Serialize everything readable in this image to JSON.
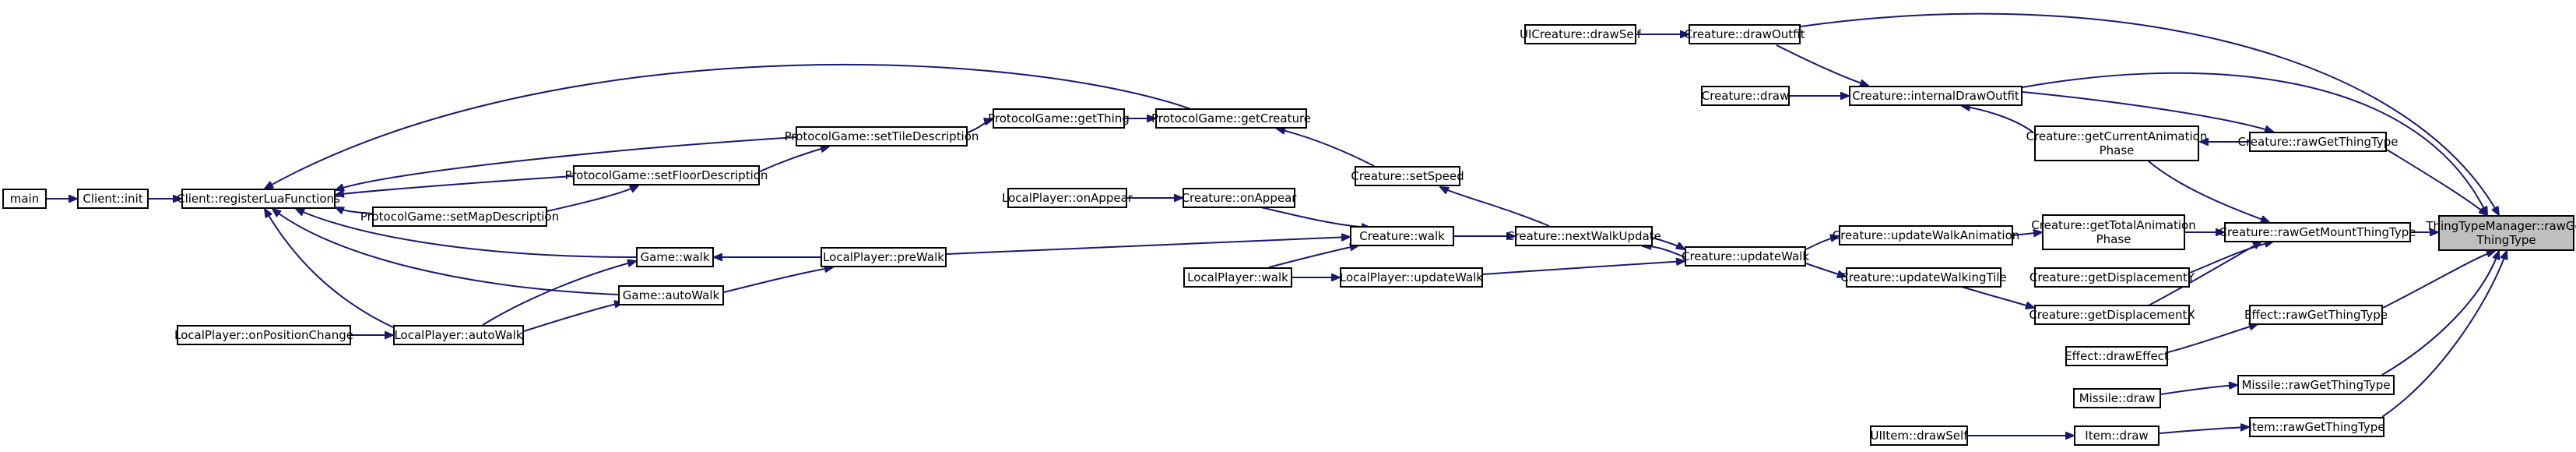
{
  "graph": {
    "root": "n_root",
    "nodes": [
      {
        "id": "n_root",
        "lines": [
          "ThingTypeManager::rawGet",
          "ThingType"
        ]
      },
      {
        "id": "n_uidraw",
        "lines": [
          "UICreature::drawSelf"
        ]
      },
      {
        "id": "n_drawoutfit",
        "lines": [
          "Creature::drawOutfit"
        ]
      },
      {
        "id": "n_cdraw",
        "lines": [
          "Creature::draw"
        ]
      },
      {
        "id": "n_ido",
        "lines": [
          "Creature::internalDrawOutfit"
        ]
      },
      {
        "id": "n_gcap",
        "lines": [
          "Creature::getCurrentAnimation",
          "Phase"
        ]
      },
      {
        "id": "n_crgtt",
        "lines": [
          "Creature::rawGetThingType"
        ]
      },
      {
        "id": "n_main",
        "lines": [
          "main"
        ]
      },
      {
        "id": "n_cinit",
        "lines": [
          "Client::init"
        ]
      },
      {
        "id": "n_crlf",
        "lines": [
          "Client::registerLuaFunctions"
        ]
      },
      {
        "id": "n_pggt",
        "lines": [
          "ProtocolGame::getThing"
        ]
      },
      {
        "id": "n_pggc",
        "lines": [
          "ProtocolGame::getCreature"
        ]
      },
      {
        "id": "n_pgstd",
        "lines": [
          "ProtocolGame::setTileDescription"
        ]
      },
      {
        "id": "n_pgsfd",
        "lines": [
          "ProtocolGame::setFloorDescription"
        ]
      },
      {
        "id": "n_pgsmd",
        "lines": [
          "ProtocolGame::setMapDescription"
        ]
      },
      {
        "id": "n_cspeed",
        "lines": [
          "Creature::setSpeed"
        ]
      },
      {
        "id": "n_lponapp",
        "lines": [
          "LocalPlayer::onAppear"
        ]
      },
      {
        "id": "n_conapp",
        "lines": [
          "Creature::onAppear"
        ]
      },
      {
        "id": "n_cwalk",
        "lines": [
          "Creature::walk"
        ]
      },
      {
        "id": "n_cnwu",
        "lines": [
          "Creature::nextWalkUpdate"
        ]
      },
      {
        "id": "n_cuw",
        "lines": [
          "Creature::updateWalk"
        ]
      },
      {
        "id": "n_cuwa",
        "lines": [
          "Creature::updateWalkAnimation"
        ]
      },
      {
        "id": "n_gtap",
        "lines": [
          "Creature::getTotalAnimation",
          "Phase"
        ]
      },
      {
        "id": "n_crgmtt",
        "lines": [
          "Creature::rawGetMountThingType"
        ]
      },
      {
        "id": "n_gwalk",
        "lines": [
          "Game::walk"
        ]
      },
      {
        "id": "n_lpprew",
        "lines": [
          "LocalPlayer::preWalk"
        ]
      },
      {
        "id": "n_gaw",
        "lines": [
          "Game::autoWalk"
        ]
      },
      {
        "id": "n_lpwalk",
        "lines": [
          "LocalPlayer::walk"
        ]
      },
      {
        "id": "n_lpuw",
        "lines": [
          "LocalPlayer::updateWalk"
        ]
      },
      {
        "id": "n_cuwt",
        "lines": [
          "Creature::updateWalkingTile"
        ]
      },
      {
        "id": "n_gdy",
        "lines": [
          "Creature::getDisplacementY"
        ]
      },
      {
        "id": "n_gdx",
        "lines": [
          "Creature::getDisplacementX"
        ]
      },
      {
        "id": "n_erg",
        "lines": [
          "Effect::rawGetThingType"
        ]
      },
      {
        "id": "n_lpopc",
        "lines": [
          "LocalPlayer::onPositionChange"
        ]
      },
      {
        "id": "n_lpaw",
        "lines": [
          "LocalPlayer::autoWalk"
        ]
      },
      {
        "id": "n_ede",
        "lines": [
          "Effect::drawEffect"
        ]
      },
      {
        "id": "n_mrg",
        "lines": [
          "Missile::rawGetThingType"
        ]
      },
      {
        "id": "n_mdraw",
        "lines": [
          "Missile::draw"
        ]
      },
      {
        "id": "n_uiids",
        "lines": [
          "UIItem::drawSelf"
        ]
      },
      {
        "id": "n_idraw",
        "lines": [
          "Item::draw"
        ]
      },
      {
        "id": "n_irg",
        "lines": [
          "Item::rawGetThingType"
        ]
      }
    ]
  }
}
